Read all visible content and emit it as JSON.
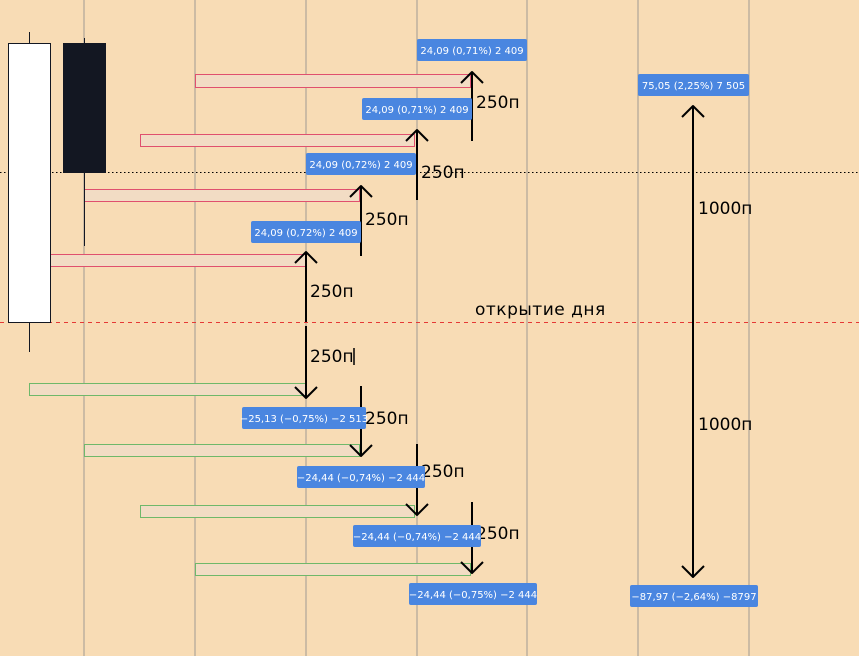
{
  "chart_data": {
    "type": "candlestick-annotations",
    "colors": {
      "background": "#f8dcb5",
      "grid": "#8a8a8a",
      "label_fill": "#4a86e0",
      "label_text": "#ffffff",
      "upper_zone_border": "#e0506e",
      "lower_zone_border": "#6fb86a",
      "zone_fill": "#f2dcc4",
      "open_line": "#e53935",
      "current_price_line": "#000000",
      "arrow": "#000000",
      "bull_candle": "#ffffff",
      "bear_candle": "#131722"
    },
    "grid": true,
    "candles": [
      {
        "type": "bull"
      },
      {
        "type": "bear"
      }
    ],
    "day_open_label": "открытие дня",
    "upper_step_labels": [
      "24,09 (0,71%) 2 409",
      "24,09 (0,71%) 2 409",
      "24,09 (0,72%) 2 409",
      "24,09 (0,72%) 2 409"
    ],
    "lower_step_labels": [
      "−25,13 (−0,75%) −2 513",
      "−24,44 (−0,74%) −2 444",
      "−24,44 (−0,74%) −2 444",
      "−24,44 (−0,75%) −2 444"
    ],
    "range_top_label": "75,05 (2,25%) 7 505",
    "range_bottom_label": "−87,97 (−2,64%) −8797",
    "step_measure_labels": [
      "250п",
      "250п",
      "250п",
      "250п",
      "250п",
      "250п",
      "250п",
      "250п"
    ],
    "range_measure_labels": [
      "1000п",
      "1000п"
    ]
  }
}
